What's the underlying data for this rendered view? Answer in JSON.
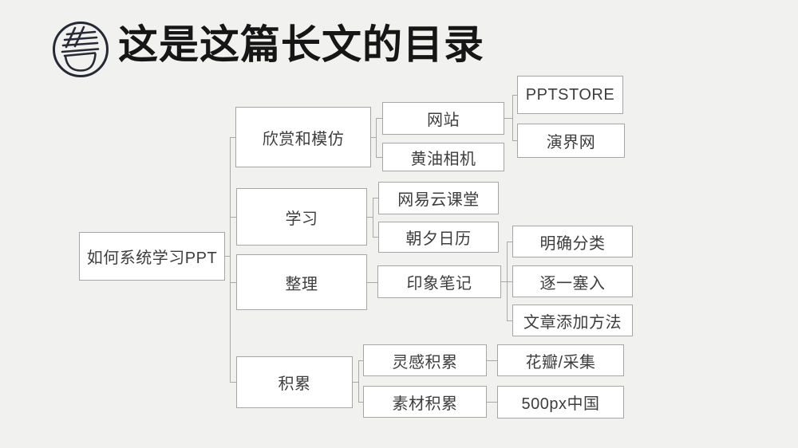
{
  "slide": {
    "title": "这是这篇长文的目录",
    "logo": "noodle-bowl-logo",
    "background_color": "#f1f1ef"
  },
  "colors": {
    "box_fill": "#ffffff",
    "box_border": "#a6a6a6",
    "node_text": "#3d3d3d",
    "title_text": "#161616",
    "connector": "#a9a9a9",
    "logo_stroke": "#272935"
  },
  "tree": {
    "root": {
      "label": "如何系统学习PPT"
    },
    "branches": [
      {
        "label": "欣赏和模仿",
        "children": [
          {
            "label": "网站",
            "children": [
              {
                "label": "PPTSTORE"
              },
              {
                "label": "演界网"
              }
            ]
          },
          {
            "label": "黄油相机"
          }
        ]
      },
      {
        "label": "学习",
        "children": [
          {
            "label": "网易云课堂"
          },
          {
            "label": "朝夕日历"
          }
        ]
      },
      {
        "label": "整理",
        "children": [
          {
            "label": "印象笔记",
            "children": [
              {
                "label": "明确分类"
              },
              {
                "label": "逐一塞入"
              },
              {
                "label": "文章添加方法"
              }
            ]
          }
        ]
      },
      {
        "label": "积累",
        "children": [
          {
            "label": "灵感积累",
            "children": [
              {
                "label": "花瓣/采集"
              }
            ]
          },
          {
            "label": "素材积累",
            "children": [
              {
                "label": "500px中国"
              }
            ]
          }
        ]
      }
    ]
  }
}
